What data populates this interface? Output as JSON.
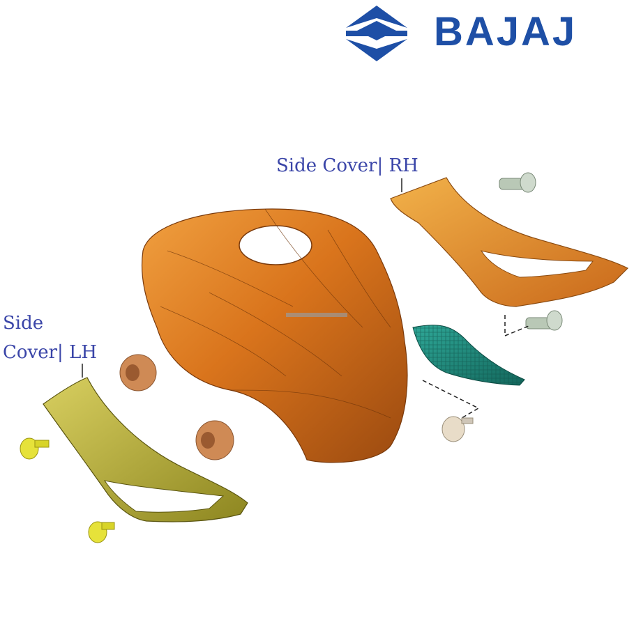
{
  "brand": {
    "name": "BAJAJ",
    "color": "#1e4fa6"
  },
  "labels": {
    "side_cover_rh": "Side Cover| RH",
    "side_cover_lh_line1": "Side",
    "side_cover_lh_line2": "Cover| LH"
  },
  "part_colors": {
    "fuel_tank_cover": "#d9741c",
    "side_cover_rh": "#e08a2a",
    "side_cover_lh": "#b8ae3a",
    "reflector_grille": "#1f8f80",
    "rubber_grommet": "#cf8a55",
    "bolt_gray": "#b9c8b6",
    "bolt_yellow": "#e6e23a",
    "screw_beige": "#e8dcc8"
  }
}
